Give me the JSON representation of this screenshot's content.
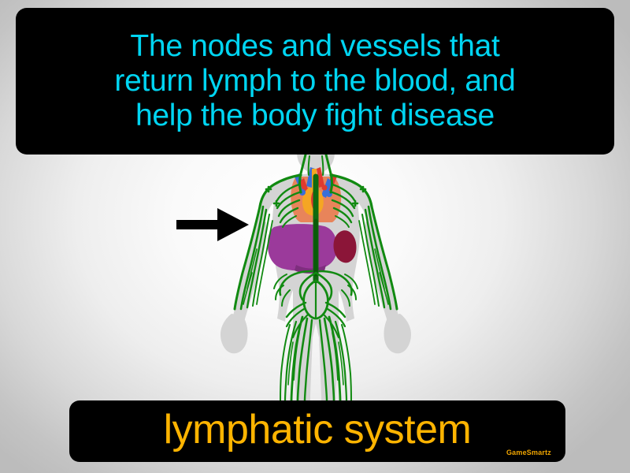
{
  "card": {
    "background_color_center": "#ffffff",
    "background_color_edge": "#bcbcbc"
  },
  "definition": {
    "text": "The nodes and vessels that\nreturn lymph to the blood, and\nhelp the body fight disease",
    "text_color": "#00d5f2",
    "box_color": "#000000"
  },
  "term": {
    "label": "lymphatic system",
    "text_color": "#ffb400",
    "box_color": "#000000"
  },
  "watermark": {
    "label": "GameSmartz",
    "color": "#f0a500"
  },
  "illustration": {
    "name": "human-lymphatic-system-diagram",
    "body_color": "#d4d4d4",
    "vessel_color": "#118a11",
    "liver_color": "#9b3a9b",
    "spleen_color": "#8b1538",
    "heart_color": "#e8845a",
    "artery_color": "#e03a2f",
    "vein_color": "#3a6fd8",
    "node_color": "#f5a623"
  },
  "arrow": {
    "name": "pointer-arrow",
    "color": "#000000",
    "direction": "right"
  }
}
